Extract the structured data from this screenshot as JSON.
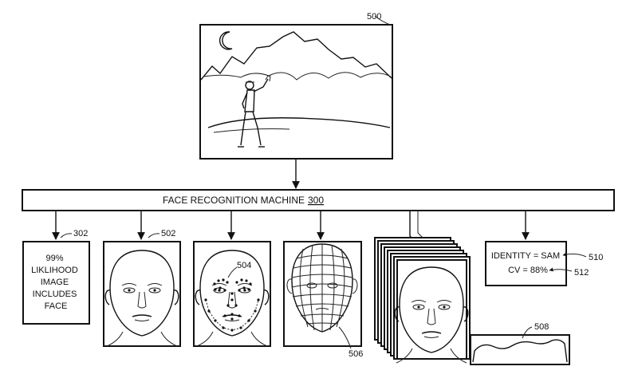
{
  "source_image": {
    "ref": "500"
  },
  "machine": {
    "label": "FACE RECOGNITION MACHINE",
    "ref": "300"
  },
  "detection": {
    "ref": "302",
    "lines": [
      "99%",
      "LIKLIHOOD",
      "IMAGE",
      "INCLUDES",
      "FACE"
    ]
  },
  "outputs": {
    "face_crop_ref": "502",
    "landmarks_ref": "504",
    "mesh_ref": "506",
    "signal_ref": "508"
  },
  "identity": {
    "identity_text": "IDENTITY = SAM",
    "identity_ref": "510",
    "cv_text": "CV = 88%",
    "cv_ref": "512"
  }
}
